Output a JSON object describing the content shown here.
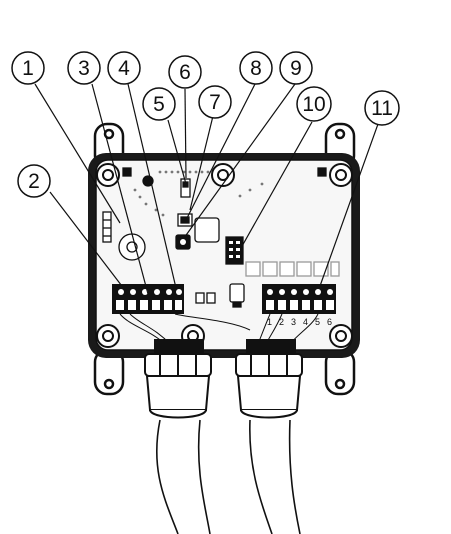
{
  "diagram": {
    "callouts": [
      {
        "label": "1"
      },
      {
        "label": "2"
      },
      {
        "label": "3"
      },
      {
        "label": "4"
      },
      {
        "label": "5"
      },
      {
        "label": "6"
      },
      {
        "label": "7"
      },
      {
        "label": "8"
      },
      {
        "label": "9"
      },
      {
        "label": "10"
      },
      {
        "label": "11"
      }
    ],
    "terminal_numbers": [
      "1",
      "2",
      "3",
      "4",
      "5",
      "6"
    ]
  }
}
